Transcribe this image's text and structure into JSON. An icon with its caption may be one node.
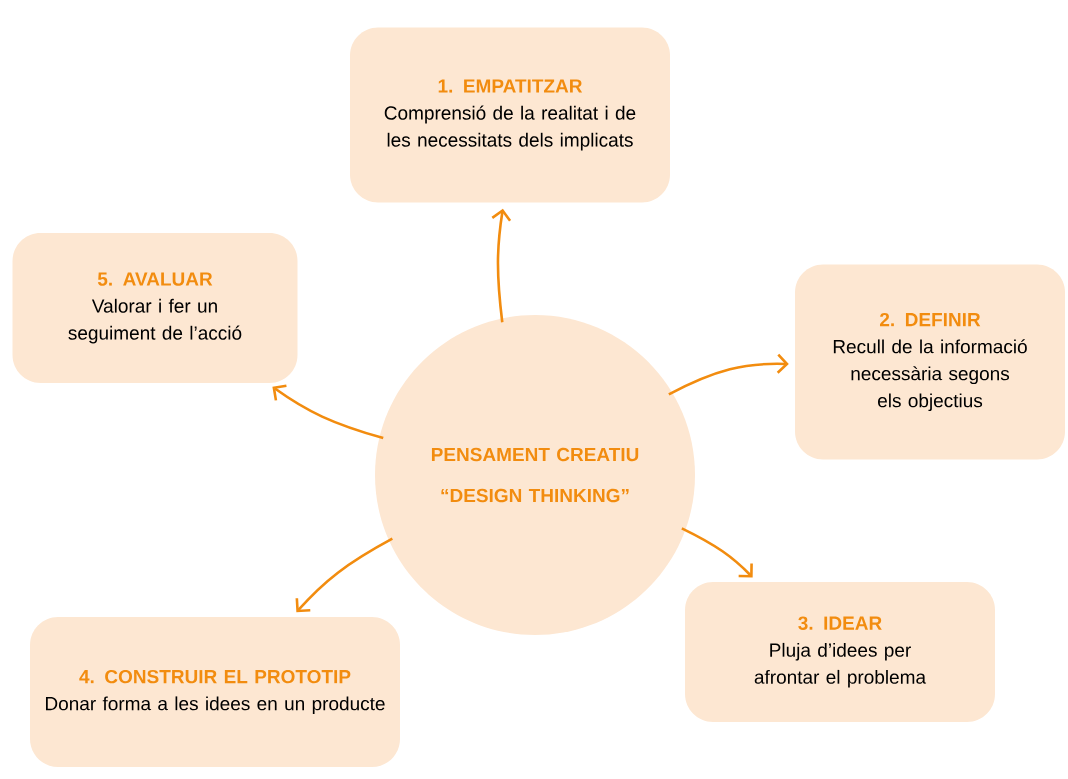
{
  "diagram": {
    "nodes": [
      {
        "text": [
          "PENSAMENT CREATIU",
          "“DESIGN THINKING”"
        ]
      },
      {
        "text": [
          "1. EMPATITZAR",
          "Comprensió de la realitat i de les necessitats dels implicats"
        ]
      },
      {
        "text": [
          "2. DEFINIR",
          "Recull de la informació necessària segons els objectius"
        ]
      },
      {
        "text": [
          "3. IDEAR",
          "Pluja d’idees per afrontar el problema"
        ]
      },
      {
        "text": [
          "4. CONSTRUIR EL PROTOTIP",
          "Donar forma a les idees en un producte"
        ]
      },
      {
        "text": [
          "5. AVALUAR",
          "Valorar i fer un seguiment de l’acció"
        ]
      }
    ],
    "edges": [
      {
        "from": 0,
        "to": 1,
        "arrow": "to"
      },
      {
        "from": 0,
        "to": 2,
        "arrow": "to"
      },
      {
        "from": 0,
        "to": 3,
        "arrow": "to"
      },
      {
        "from": 0,
        "to": 4,
        "arrow": "to"
      },
      {
        "from": 0,
        "to": 5,
        "arrow": "to"
      }
    ]
  }
}
